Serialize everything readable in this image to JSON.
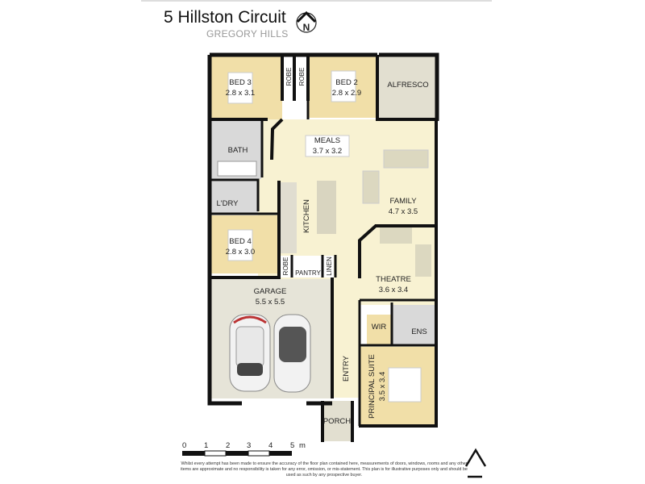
{
  "header": {
    "title": "5 Hillston Circuit",
    "suburb": "GREGORY HILLS",
    "north_label": "N"
  },
  "rooms": {
    "bed3": {
      "name": "BED 3",
      "size": "2.8 x 3.1"
    },
    "robe1": "ROBE",
    "robe2": "ROBE",
    "bed2": {
      "name": "BED 2",
      "size": "2.8 x 2.9"
    },
    "alfresco": "ALFRESCO",
    "meals": {
      "name": "MEALS",
      "size": "3.7 x 3.2"
    },
    "bath": "BATH",
    "laundry": "L'DRY",
    "kitchen": "KITCHEN",
    "family": {
      "name": "FAMILY",
      "size": "4.7 x 3.5"
    },
    "bed4": {
      "name": "BED 4",
      "size": "2.8 x 3.0"
    },
    "robe3": "ROBE",
    "pantry": "PANTRY",
    "linen": "LINEN",
    "garage": {
      "name": "GARAGE",
      "size": "5.5 x 5.5"
    },
    "theatre": {
      "name": "THEATRE",
      "size": "3.6 x 3.4"
    },
    "wir": "WIR",
    "ens": "ENS",
    "entry": "ENTRY",
    "principal": {
      "name": "PRINCIPAL SUITE",
      "size": "3.5 x 3.4"
    },
    "porch": "PORCH"
  },
  "scale_bar": {
    "ticks": [
      "0",
      "1",
      "2",
      "3",
      "4",
      "5"
    ],
    "unit": "m"
  },
  "disclaimer": "Whilst every attempt has been made to ensure the accuracy of the floor plan contained here, measurements of doors, windows, rooms and any other items are approximate and no responsibility is taken for any error, omission, or mis-statement. This plan is for illustrative purposes only and should be used as such by any prospective buyer.",
  "colors": {
    "bedroom": "#f1dfa8",
    "living": "#f8f2d2",
    "wet": "#d9d9d9",
    "garage": "#e6e4d8",
    "alfresco": "#e2dfd0",
    "wall": "#111111"
  }
}
